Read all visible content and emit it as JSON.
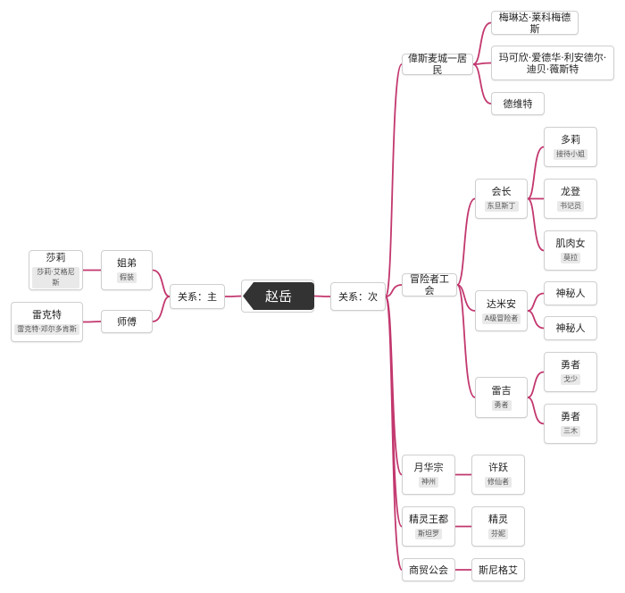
{
  "root": {
    "label": "赵岳"
  },
  "link_color": "#c2376e",
  "branches": {
    "main": {
      "label": "关系：主"
    },
    "secondary": {
      "label": "关系：次"
    }
  },
  "nodes": {
    "jiedi": {
      "label": "姐弟",
      "tag": "假装"
    },
    "shifu": {
      "label": "师傅"
    },
    "shali": {
      "label": "莎莉",
      "tag": "莎莉·艾格尼斯"
    },
    "leikete": {
      "label": "雷克特",
      "tag": "雷克特·邓尔多肯斯"
    },
    "jumin": {
      "label": "偉斯麦城一居民"
    },
    "meilinda": {
      "label": "梅琳达·莱科梅德斯"
    },
    "makexin": {
      "label": "玛可欣·爱德华·利安德尔·迪贝·薇斯特"
    },
    "deweite": {
      "label": "德维特"
    },
    "gonghui": {
      "label": "冒险者工会"
    },
    "huizhang": {
      "label": "会长",
      "tag": "东旦斯丁"
    },
    "duoli": {
      "label": "多莉",
      "tag": "接待小姐"
    },
    "longdeng": {
      "label": "龙登",
      "tag": "书记员"
    },
    "jirounv": {
      "label": "肌肉女",
      "tag": "莫拉"
    },
    "damian": {
      "label": "达米安",
      "tag": "A级冒险者"
    },
    "shenmi1": {
      "label": "神秘人"
    },
    "shenmi2": {
      "label": "神秘人"
    },
    "leiji": {
      "label": "雷吉",
      "tag": "勇者"
    },
    "yongzhe1": {
      "label": "勇者",
      "tag": "戈少"
    },
    "yongzhe2": {
      "label": "勇者",
      "tag": "三木"
    },
    "yuehua": {
      "label": "月华宗",
      "tag": "神州"
    },
    "xuyue": {
      "label": "许跃",
      "tag": "修仙者"
    },
    "jingling_wd": {
      "label": "精灵王都",
      "tag": "斯坦罗"
    },
    "jingling": {
      "label": "精灵",
      "tag": "芬妮"
    },
    "shangmao": {
      "label": "商贸公会"
    },
    "sinigeai": {
      "label": "斯尼格艾"
    }
  }
}
